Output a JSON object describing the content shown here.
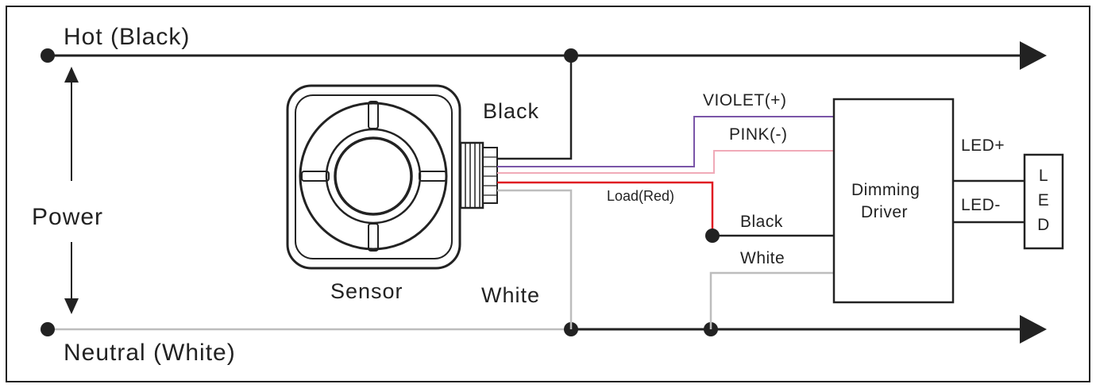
{
  "labels": {
    "hot": "Hot (Black)",
    "neutral": "Neutral (White)",
    "power": "Power",
    "sensor": "Sensor",
    "sensor_black": "Black",
    "sensor_white": "White",
    "violet": "VIOLET(+)",
    "pink": "PINK(-)",
    "load": "Load(Red)",
    "driver_black": "Black",
    "driver_white": "White",
    "driver_line1": "Dimming",
    "driver_line2": "Driver",
    "led_plus": "LED+",
    "led_minus": "LED-",
    "led_letters": [
      "L",
      "E",
      "D"
    ]
  },
  "colors": {
    "line": "#222222",
    "violet": "#7a55a8",
    "pink": "#f0aab8",
    "red": "#e01a22",
    "white_wire": "#bdbdbd"
  }
}
